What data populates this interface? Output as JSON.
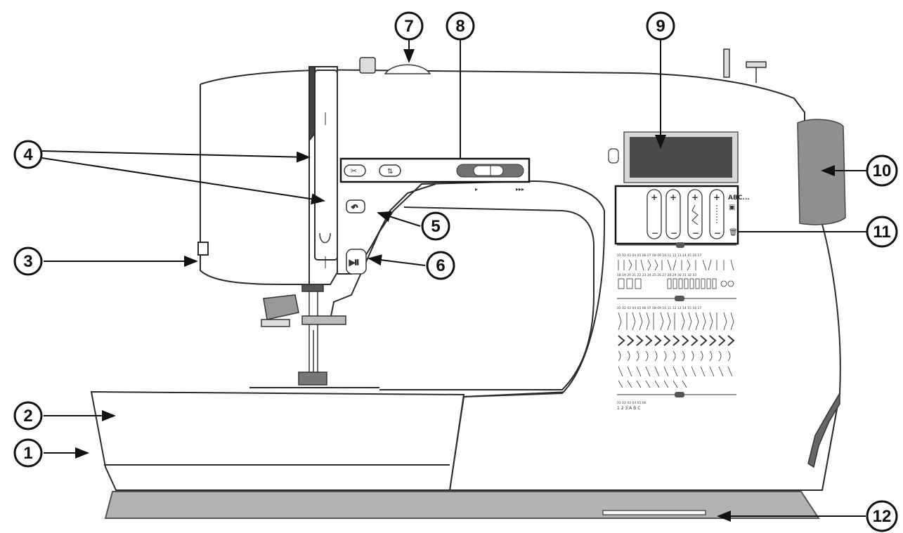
{
  "callouts": [
    {
      "id": 1,
      "label": "1"
    },
    {
      "id": 2,
      "label": "2"
    },
    {
      "id": 3,
      "label": "3"
    },
    {
      "id": 4,
      "label": "4"
    },
    {
      "id": 5,
      "label": "5"
    },
    {
      "id": 6,
      "label": "6"
    },
    {
      "id": 7,
      "label": "7"
    },
    {
      "id": 8,
      "label": "8"
    },
    {
      "id": 9,
      "label": "9"
    },
    {
      "id": 10,
      "label": "10"
    },
    {
      "id": 11,
      "label": "11"
    },
    {
      "id": 12,
      "label": "12"
    }
  ],
  "machine_text": {
    "alphabet_button": "ABC...",
    "stitch_numbers_row1": "01 02 03 04 05 06 07 08 09 10 11 12 13 14 15 16 17",
    "stitch_numbers_row2": "18 19 20 21 22 23 24 25 26 27 28 29 30 31 32 33",
    "stitch_numbers_row3": "01 02 03 04 05 06 07 08 09 10 11 12 13 14 15 16 17",
    "font_numbers": "01 02 03 04 05 06",
    "font_samples": "1 2 3 A B C"
  },
  "colors": {
    "outline": "#2b2b2b",
    "screen": "#4a4a4a",
    "handwheel": "#8f8f8f",
    "base_plate": "#b3b3b3",
    "slider": "#707070"
  }
}
